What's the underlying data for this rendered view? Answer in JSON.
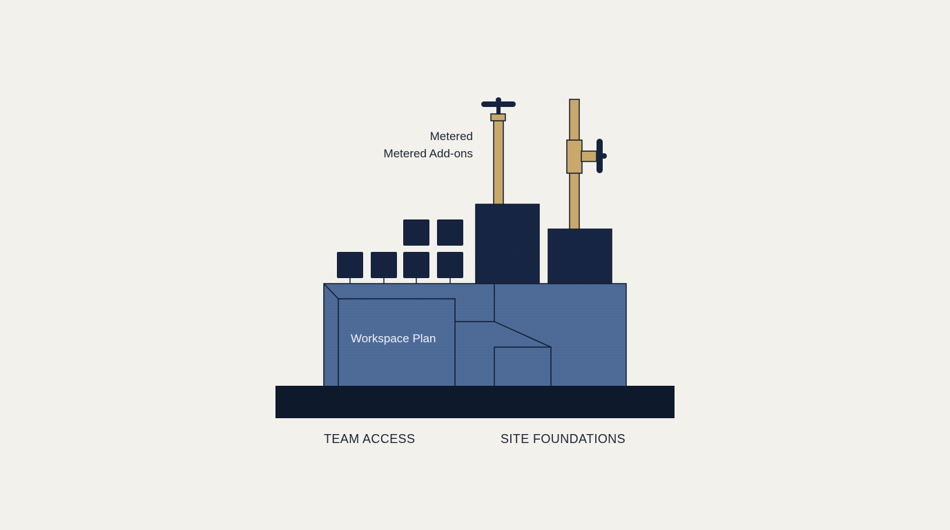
{
  "labels": {
    "metered_title": "Metered",
    "metered_addons": "Metered Add-ons",
    "workspace_plan": "Workspace Plan",
    "team_access": "TEAM ACCESS",
    "site_foundations": "SITE FOUNDATIONS"
  },
  "colors": {
    "background": "#f3f1eb",
    "navy": "#15233f",
    "base_bar": "#0e1a2c",
    "steel_blue": "#4d6a97",
    "tan": "#c8a86b",
    "outline": "#101b2e",
    "label_text": "#1b2436",
    "plan_text": "#eef2f8"
  },
  "icons": {
    "valve_top": "valve-wheel-icon",
    "valve_side": "valve-wheel-icon"
  }
}
